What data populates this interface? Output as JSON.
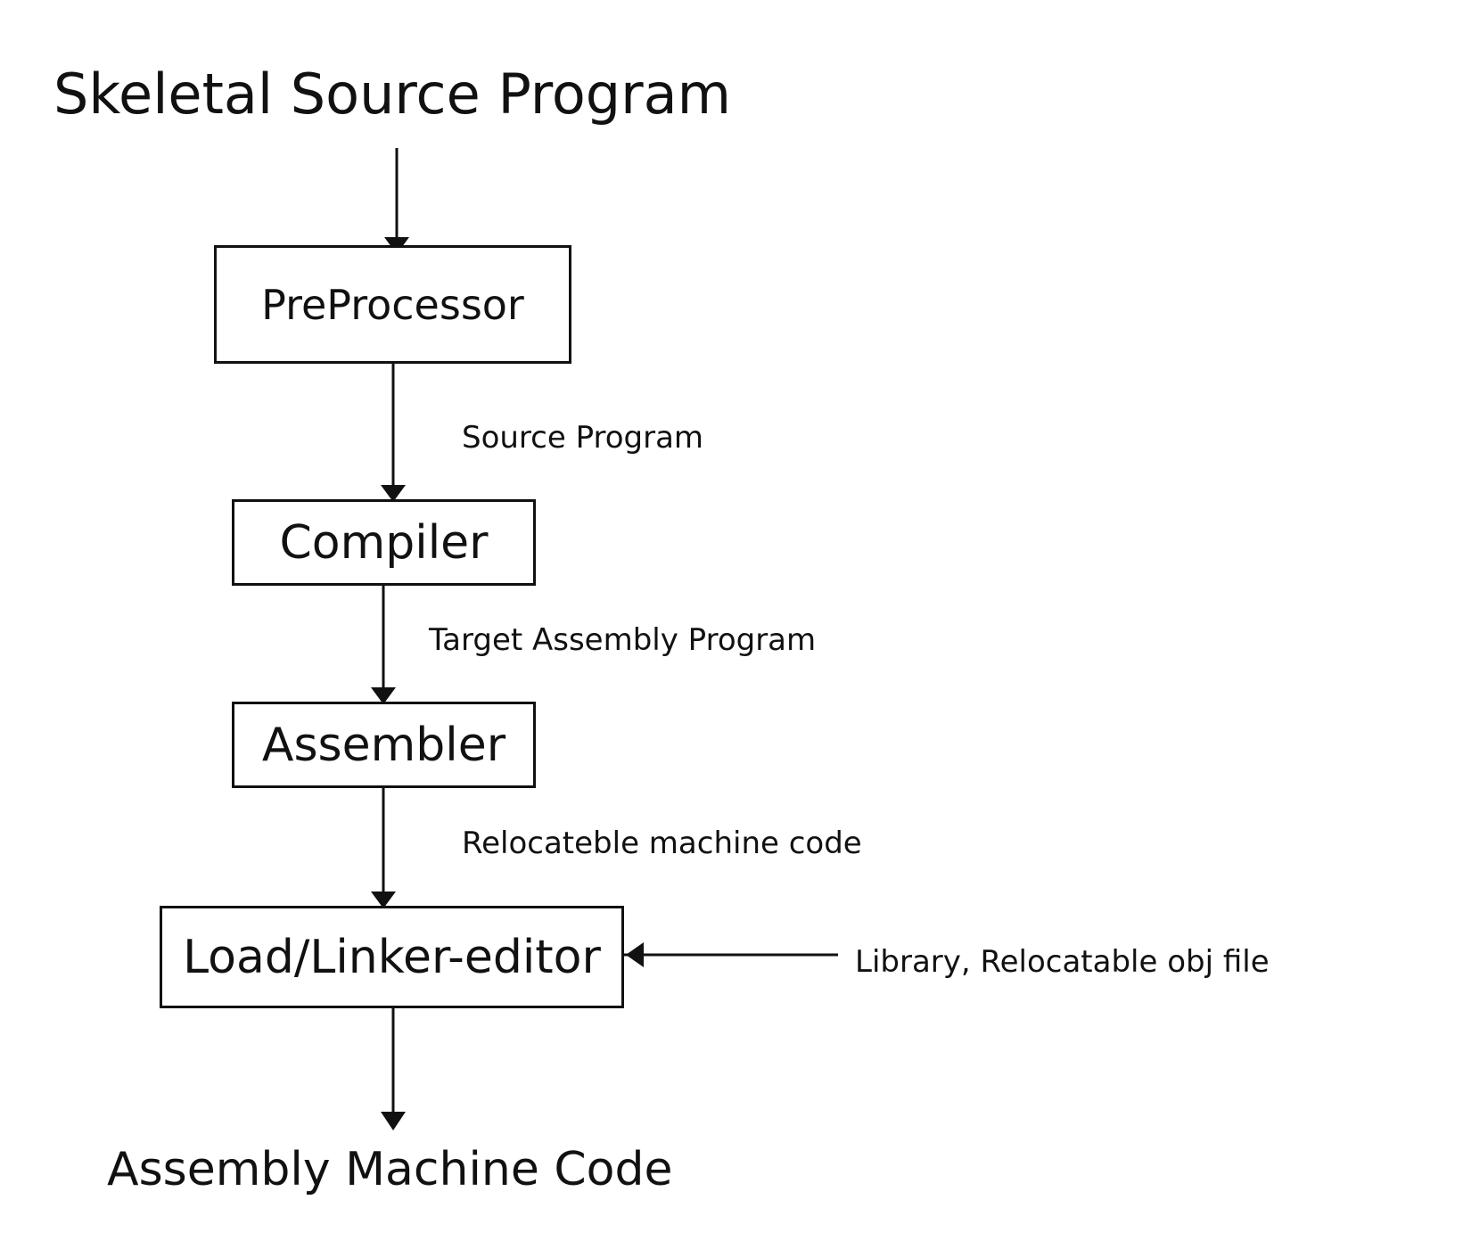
{
  "diagram": {
    "title": "Skeletal Source Program",
    "output": "Assembly Machine Code",
    "nodes": {
      "preprocessor": "PreProcessor",
      "compiler": "Compiler",
      "assembler": "Assembler",
      "linker": "Load/Linker-editor"
    },
    "edges": {
      "pre_to_compiler": "Source Program",
      "compiler_to_assembler": "Target Assembly Program",
      "assembler_to_linker": "Relocateble machine code",
      "library_to_linker": "Library, Relocatable obj file"
    }
  }
}
